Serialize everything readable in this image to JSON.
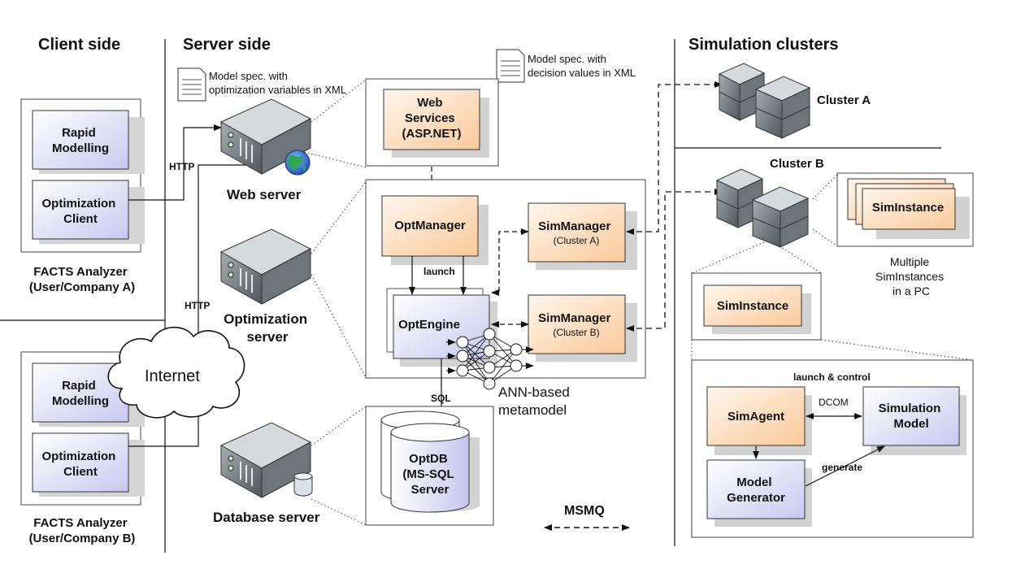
{
  "headers": {
    "client": "Client side",
    "server": "Server side",
    "clusters": "Simulation clusters"
  },
  "client": {
    "rapid_a": [
      "Rapid",
      "Modelling"
    ],
    "opt_a": [
      "Optimization",
      "Client"
    ],
    "analyzer_a": [
      "FACTS Analyzer",
      "(User/Company A)"
    ],
    "rapid_b": [
      "Rapid",
      "Modelling"
    ],
    "opt_b": [
      "Optimization",
      "Client"
    ],
    "analyzer_b": [
      "FACTS Analyzer",
      "(User/Company B)"
    ],
    "internet": "Internet"
  },
  "links": {
    "http1": "HTTP",
    "http2": "HTTP",
    "launch": "launch",
    "sql": "SQL",
    "launch_control": "launch & control",
    "dcom": "DCOM",
    "generate": "generate"
  },
  "servers": {
    "web": "Web server",
    "opt": [
      "Optimization",
      "server"
    ],
    "db": "Database server"
  },
  "docs": {
    "doc1": [
      "Model spec. with",
      "optimization variables in XML"
    ],
    "doc2": [
      "Model spec. with",
      "decision values in XML"
    ]
  },
  "components": {
    "web_services": [
      "Web",
      "Services",
      "(ASP.NET)"
    ],
    "opt_manager": "OptManager",
    "opt_engine": "OptEngine",
    "sim_manager_a": [
      "SimManager",
      "(Cluster A)"
    ],
    "sim_manager_b": [
      "SimManager",
      "(Cluster B)"
    ],
    "opt_db": [
      "OptDB",
      "(MS-SQL",
      "Server"
    ],
    "ann": [
      "ANN-based",
      "metamodel"
    ]
  },
  "clusters": {
    "a": "Cluster A",
    "b": "Cluster B",
    "sim_instance": "SimInstance",
    "multiple": [
      "Multiple",
      "SimInstances",
      "in a PC"
    ]
  },
  "pc": {
    "sim_instance": "SimInstance",
    "sim_agent": "SimAgent",
    "simulation_model": [
      "Simulation",
      "Model"
    ],
    "model_generator": [
      "Model",
      "Generator"
    ]
  },
  "legend": {
    "msmq": "MSMQ"
  },
  "colors": {
    "peach": "#fdd9b5",
    "lavender": "#dcdcf7",
    "shadow": "#cfcfcf",
    "line": "#222222"
  }
}
